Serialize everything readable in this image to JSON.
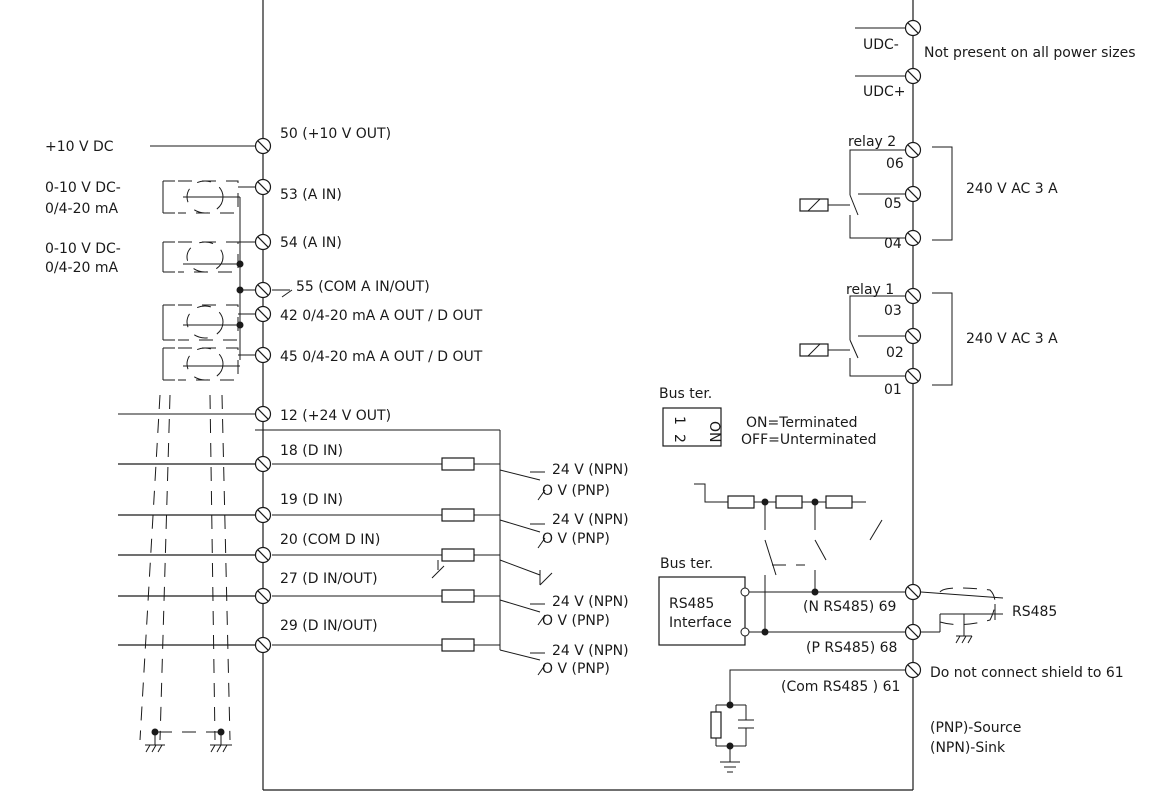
{
  "left_inputs": {
    "v10": "+10 V DC",
    "in53_line1": "0-10 V DC-",
    "in53_line2": "0/4-20 mA",
    "in54_line1": "0-10 V DC-",
    "in54_line2": "0/4-20 mA"
  },
  "terminals": {
    "t50": "50 (+10 V OUT)",
    "t53": "53 (A IN)",
    "t54": "54 (A IN)",
    "t55": "55 (COM A IN/OUT)",
    "t42": "42 0/4-20 mA A OUT / D OUT",
    "t45": "45 0/4-20 mA A OUT / D OUT",
    "t12": "12 (+24 V OUT)",
    "t18": "18 (D IN)",
    "t19": "19 (D IN)",
    "t20": "20 (COM D IN)",
    "t27": "27 (D IN/OUT)",
    "t29": "29 (D IN/OUT)"
  },
  "npn_pnp": {
    "npn": "24 V (NPN)",
    "pnp": "O V (PNP)"
  },
  "dc_bus": {
    "udc_minus": "UDC-",
    "udc_plus": "UDC+",
    "note": "Not present on all power sizes"
  },
  "relays": {
    "relay2": "relay 2",
    "relay1": "relay 1",
    "r06": "06",
    "r05": "05",
    "r04": "04",
    "r03": "03",
    "r02": "02",
    "r01": "01",
    "rating": "240 V AC 3 A"
  },
  "bus_termination": {
    "title": "Bus ter.",
    "switch_on": "ON",
    "switch_1": "1",
    "switch_2": "2",
    "on_text": "ON=Terminated",
    "off_text": "OFF=Unterminated"
  },
  "rs485": {
    "bus_ter_label": "Bus ter.",
    "interface_line1": "RS485",
    "interface_line2": "Interface",
    "t69": "(N RS485)  69",
    "t68": "(P RS485)  68",
    "t61": "(Com RS485 )  61",
    "cable_label": "RS485",
    "shield_note": "Do not connect shield to 61"
  },
  "legend": {
    "pnp": "(PNP)-Source",
    "npn": "(NPN)-Sink"
  }
}
